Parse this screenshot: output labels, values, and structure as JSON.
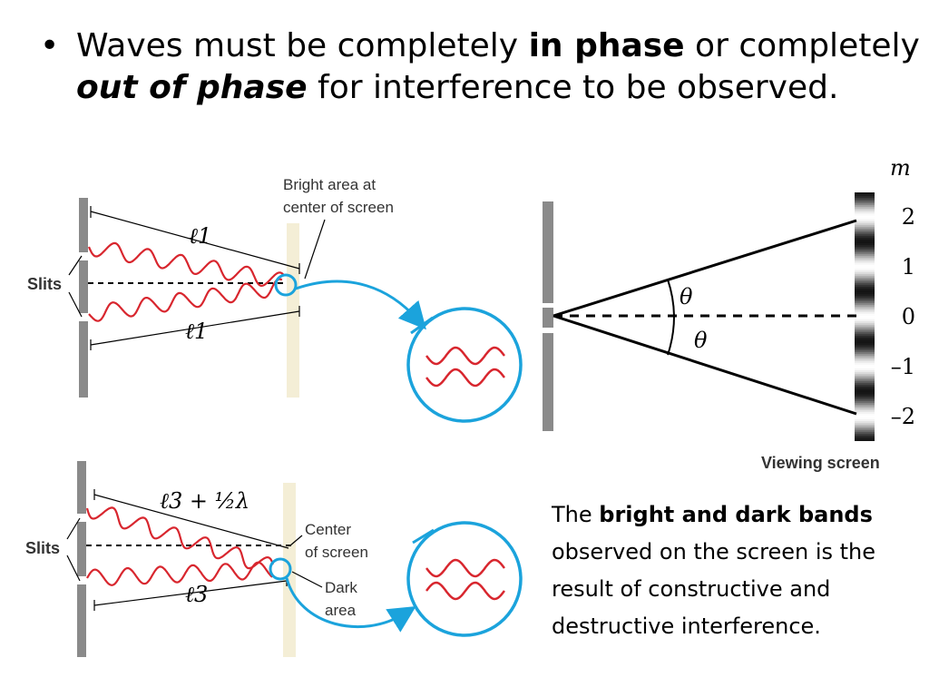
{
  "bullet": {
    "text_1": "Waves must be completely ",
    "emph_1": "in phase",
    "text_2": " or completely ",
    "emph_2": "out of phase",
    "text_3": " for interference to be observed."
  },
  "top_diagram": {
    "slits_label": "Slits",
    "bright_label_1": "Bright area at",
    "bright_label_2": "center of screen",
    "path_upper": "ℓ1",
    "path_lower": "ℓ1"
  },
  "bottom_diagram": {
    "slits_label": "Slits",
    "path_upper": "ℓ3 + ½λ",
    "path_lower": "ℓ3",
    "center_label_1": "Center",
    "center_label_2": "of screen",
    "dark_label_1": "Dark",
    "dark_label_2": "area"
  },
  "angle_diagram": {
    "m_header": "m",
    "orders": [
      "2",
      "1",
      "0",
      "–1",
      "–2"
    ],
    "theta_upper": "θ",
    "theta_lower": "θ",
    "screen_label": "Viewing screen"
  },
  "caption": {
    "text_1": "The ",
    "emph": "bright and dark bands",
    "text_2": " observed on the screen is the result of constructive and destructive interference."
  },
  "colors": {
    "wave": "#d8262e",
    "highlight": "#1ba3dc",
    "barrier": "#8a8a8a",
    "screen": "#f4eed6"
  }
}
